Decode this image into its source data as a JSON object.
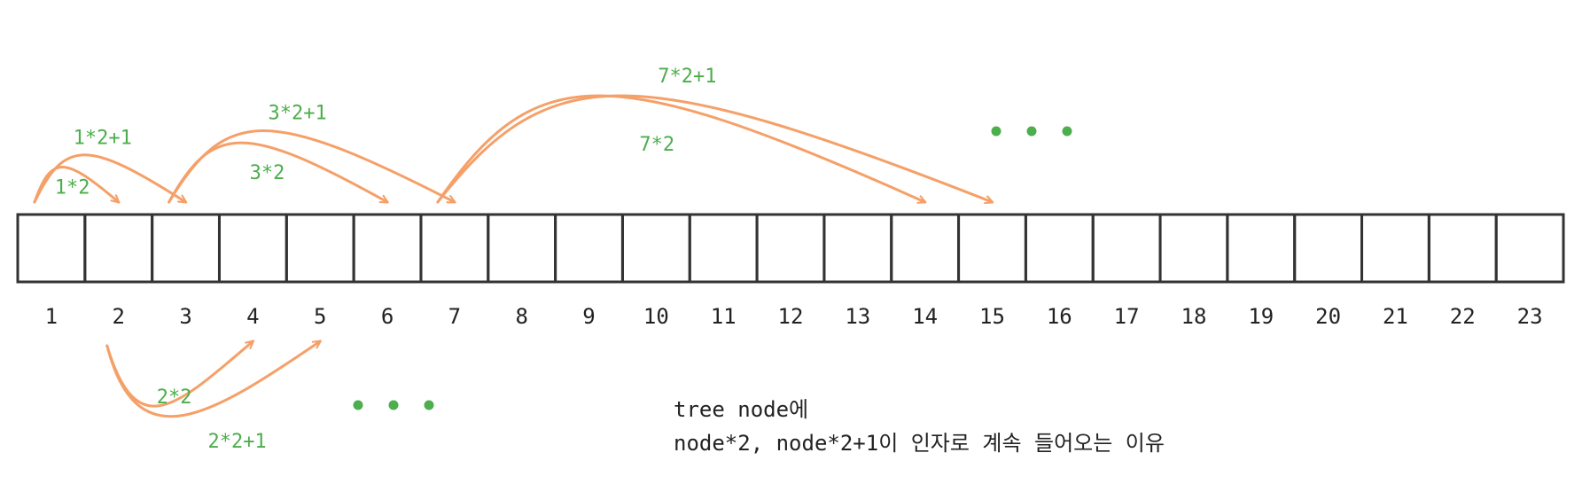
{
  "colors": {
    "arrow": "#f5a068",
    "label": "#4cae4c",
    "dot": "#4cae4c",
    "cell_stroke": "#333333",
    "text": "#222222"
  },
  "array": {
    "indices": [
      "1",
      "2",
      "3",
      "4",
      "5",
      "6",
      "7",
      "8",
      "9",
      "10",
      "11",
      "12",
      "13",
      "14",
      "15",
      "16",
      "17",
      "18",
      "19",
      "20",
      "21",
      "22",
      "23"
    ]
  },
  "arrows": [
    {
      "from": 1,
      "to": 2,
      "label": "1*2"
    },
    {
      "from": 1,
      "to": 3,
      "label": "1*2+1"
    },
    {
      "from": 3,
      "to": 6,
      "label": "3*2"
    },
    {
      "from": 3,
      "to": 7,
      "label": "3*2+1"
    },
    {
      "from": 7,
      "to": 14,
      "label": "7*2"
    },
    {
      "from": 7,
      "to": 15,
      "label": "7*2+1"
    },
    {
      "from": 2,
      "to": 4,
      "label": "2*2"
    },
    {
      "from": 2,
      "to": 5,
      "label": "2*2+1"
    }
  ],
  "ellipsis": [
    "•",
    "•"
  ],
  "caption": {
    "line1": "tree node에",
    "line2": "node*2, node*2+1이 인자로 계속 들어오는 이유"
  }
}
